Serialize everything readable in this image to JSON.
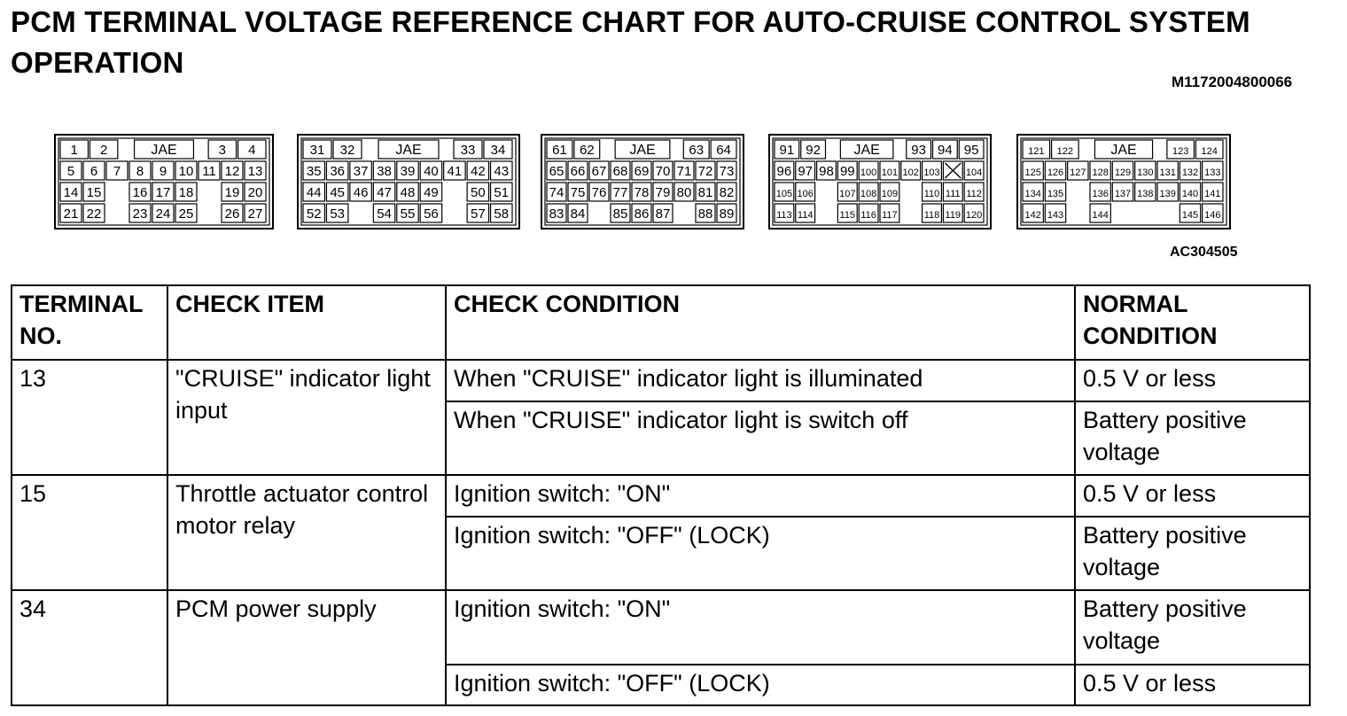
{
  "title": "PCM TERMINAL VOLTAGE REFERENCE CHART FOR AUTO-CRUISE CONTROL SYSTEM OPERATION",
  "document_code": "M1172004800066",
  "figure_code": "AC304505",
  "connectors": [
    {
      "label": "JAE",
      "rows": [
        [
          "1",
          "2",
          "",
          "",
          "",
          "3",
          "4"
        ],
        [
          "5",
          "6",
          "7",
          "8",
          "9",
          "10",
          "11",
          "12",
          "13"
        ],
        [
          "14",
          "15",
          "",
          "16",
          "17",
          "18",
          "",
          "19",
          "20"
        ],
        [
          "21",
          "22",
          "",
          "23",
          "24",
          "25",
          "",
          "26",
          "27"
        ]
      ]
    },
    {
      "label": "JAE",
      "rows": [
        [
          "31",
          "32",
          "",
          "",
          "",
          "33",
          "34"
        ],
        [
          "35",
          "36",
          "37",
          "38",
          "39",
          "40",
          "41",
          "42",
          "43"
        ],
        [
          "44",
          "45",
          "46",
          "47",
          "48",
          "49",
          "",
          "50",
          "51"
        ],
        [
          "52",
          "53",
          "",
          "54",
          "55",
          "56",
          "",
          "57",
          "58"
        ]
      ]
    },
    {
      "label": "JAE",
      "rows": [
        [
          "61",
          "62",
          "",
          "",
          "",
          "63",
          "64"
        ],
        [
          "65",
          "66",
          "67",
          "68",
          "69",
          "70",
          "71",
          "72",
          "73"
        ],
        [
          "74",
          "75",
          "76",
          "77",
          "78",
          "79",
          "80",
          "81",
          "82"
        ],
        [
          "83",
          "84",
          "",
          "85",
          "86",
          "87",
          "",
          "88",
          "89"
        ]
      ]
    },
    {
      "label": "JAE",
      "rows": [
        [
          "91",
          "92",
          "",
          "",
          "",
          "93",
          "94",
          "95"
        ],
        [
          "96",
          "97",
          "98",
          "99",
          "100",
          "101",
          "102",
          "103",
          "X",
          "104"
        ],
        [
          "105",
          "106",
          "",
          "107",
          "108",
          "109",
          "",
          "110",
          "111",
          "112"
        ],
        [
          "113",
          "114",
          "",
          "115",
          "116",
          "117",
          "",
          "118",
          "119",
          "120"
        ]
      ]
    },
    {
      "label": "JAE",
      "rows": [
        [
          "121",
          "122",
          "",
          "",
          "",
          "123",
          "124"
        ],
        [
          "125",
          "126",
          "127",
          "128",
          "129",
          "130",
          "131",
          "132",
          "133"
        ],
        [
          "134",
          "135",
          "",
          "136",
          "137",
          "138",
          "139",
          "140",
          "141"
        ],
        [
          "142",
          "143",
          "",
          "144",
          "",
          "",
          "",
          "145",
          "146"
        ]
      ]
    }
  ],
  "table": {
    "headers": [
      "TERMINAL NO.",
      "CHECK ITEM",
      "CHECK CONDITION",
      "NORMAL CONDITION"
    ],
    "rows": [
      {
        "terminal": "13",
        "item": "\"CRUISE\" indicator light input",
        "conditions": [
          {
            "condition": "When \"CRUISE\" indicator light is illuminated",
            "normal": "0.5 V or less"
          },
          {
            "condition": "When \"CRUISE\" indicator light is switch off",
            "normal": "Battery positive voltage"
          }
        ]
      },
      {
        "terminal": "15",
        "item": "Throttle actuator control motor relay",
        "conditions": [
          {
            "condition": "Ignition switch: \"ON\"",
            "normal": "0.5 V or less"
          },
          {
            "condition": "Ignition switch: \"OFF\" (LOCK)",
            "normal": "Battery positive voltage"
          }
        ]
      },
      {
        "terminal": "34",
        "item": "PCM power supply",
        "conditions": [
          {
            "condition": "Ignition switch: \"ON\"",
            "normal": "Battery positive voltage"
          },
          {
            "condition": "Ignition switch: \"OFF\" (LOCK)",
            "normal": "0.5 V or less"
          }
        ]
      }
    ]
  }
}
